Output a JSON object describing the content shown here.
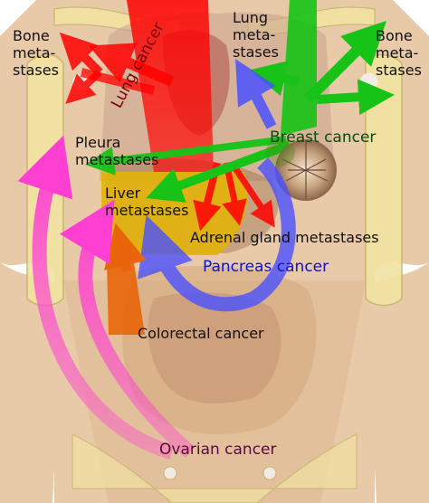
{
  "labels": {
    "bone_left": [
      "Bone",
      "meta-",
      "stases"
    ],
    "bone_right": [
      "Bone",
      "meta-",
      "stases"
    ],
    "lung_meta": [
      "Lung",
      "meta-",
      "stases"
    ],
    "lung_cancer": "Lung cancer",
    "breast_cancer": "Breast cancer",
    "pleura": [
      "Pleura",
      "metastases"
    ],
    "liver": [
      "Liver",
      "metastases"
    ],
    "adrenal": "Adrenal gland metastases",
    "pancreas": "Pancreas cancer",
    "colorectal": "Colorectal cancer",
    "ovarian": "Ovarian cancer"
  },
  "colors": {
    "skin": "#e8c9a8",
    "bone": "#f1e2a2",
    "lung_cancer": "#ff0000",
    "breast_cancer": "#16c316",
    "pancreas_cancer": "#4a52ff",
    "colorectal_cancer": "#e8650a",
    "ovarian_cancer": "#ff3fd2",
    "liver_region": "#e3b400",
    "lung_label": "#7a0000",
    "pancreas_label": "#0f12c9",
    "breast_label": "#0a4a0a",
    "ovarian_label": "#5a0a3a"
  }
}
